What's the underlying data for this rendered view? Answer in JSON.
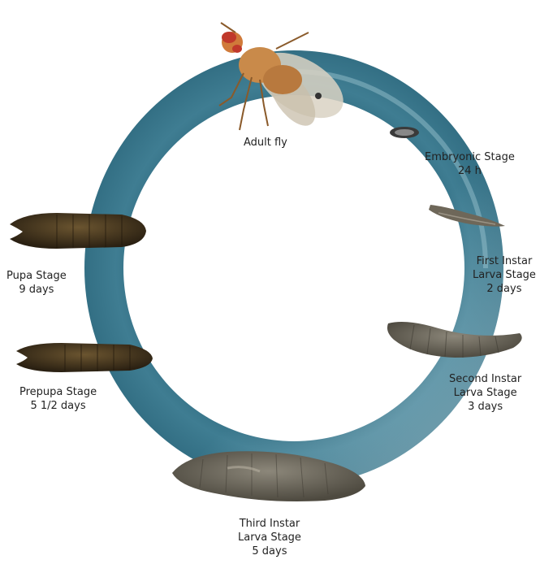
{
  "stages": [
    {
      "id": "adult",
      "lines": [
        "Adult fly"
      ]
    },
    {
      "id": "embryo",
      "lines": [
        "Embryonic Stage",
        "24 h"
      ]
    },
    {
      "id": "first",
      "lines": [
        "First Instar",
        "Larva Stage",
        "2 days"
      ]
    },
    {
      "id": "second",
      "lines": [
        "Second Instar",
        "Larva Stage",
        "3 days"
      ]
    },
    {
      "id": "third",
      "lines": [
        "Third Instar",
        "Larva Stage",
        "5 days"
      ]
    },
    {
      "id": "prepupa",
      "lines": [
        "Prepupa Stage",
        "5 1/2 days"
      ]
    },
    {
      "id": "pupa",
      "lines": [
        "Pupa Stage",
        "9 days"
      ]
    }
  ],
  "colors": {
    "ring": "#3f7d92",
    "ring_highlight": "#8fb9c6",
    "text": "#222222",
    "fly_body": "#c98a4a",
    "fly_eye": "#c0392b",
    "larva": "#6f6a5e",
    "pupa": "#3b2e1c"
  }
}
